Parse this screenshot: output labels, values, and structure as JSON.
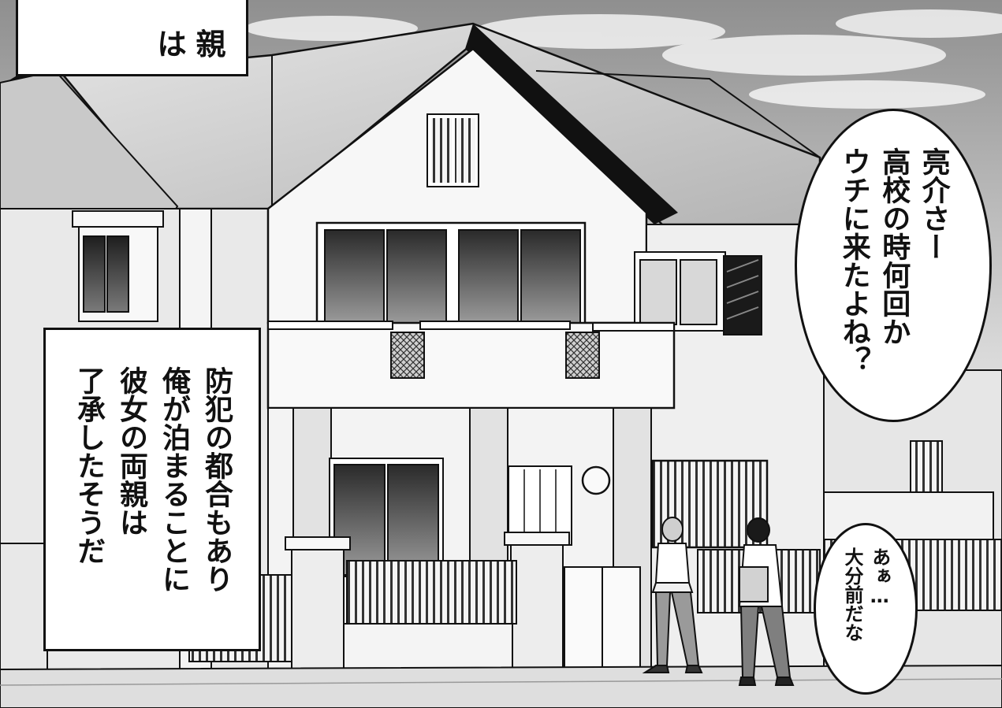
{
  "captions": {
    "top": "親\nは",
    "left": "防犯の都合もあり\n俺が泊まることに\n彼女の両親は\n了承したそうだ"
  },
  "speech": {
    "girl": "亮介さー\n高校の時何回か\nウチに来たよね？",
    "boy": "あぁ…\n大分前だな"
  },
  "colors": {
    "ink": "#111111",
    "paper": "#ffffff",
    "sky_light": "#eeeeee",
    "sky_dark": "#9a9a9a",
    "roof": "#c4c4c4"
  }
}
